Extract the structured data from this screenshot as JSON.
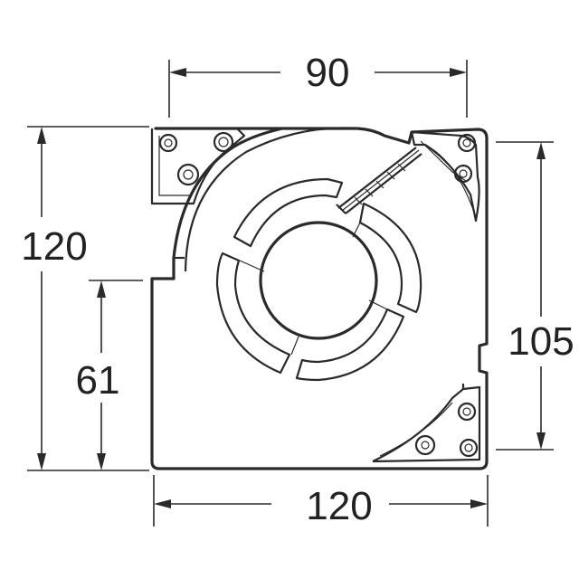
{
  "dimensions": {
    "top_width": "90",
    "left_height": "120",
    "left_inner_height": "61",
    "right_height": "105",
    "bottom_width": "120"
  },
  "colors": {
    "line": "#2a2a2a",
    "background": "#ffffff"
  }
}
